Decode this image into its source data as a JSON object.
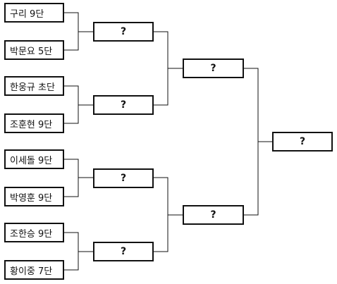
{
  "players": [
    "구리 9단",
    "박문요 5단",
    "한웅규 초단",
    "조훈현 9단",
    "이세돌 9단",
    "박영훈 9단",
    "조한승 9단",
    "황이중 7단"
  ],
  "round2": [
    "?",
    "?",
    "?",
    "?"
  ],
  "round3": [
    "?",
    "?"
  ],
  "final": "?",
  "colors": {
    "line": "#111111",
    "box_border": "#111111",
    "background": "#ffffff"
  }
}
